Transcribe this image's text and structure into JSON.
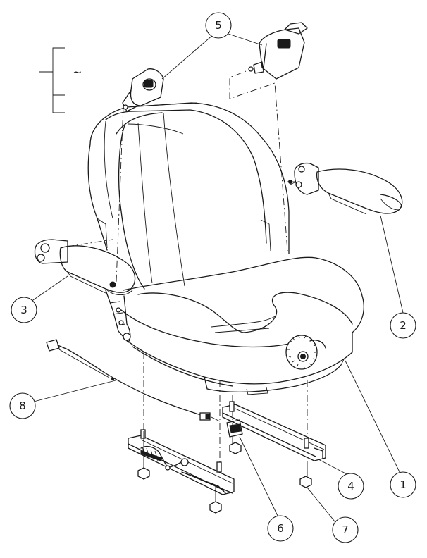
{
  "diagram": {
    "legend_symbol": "~",
    "callouts": [
      {
        "id": "callout-1",
        "label": "1"
      },
      {
        "id": "callout-2",
        "label": "2"
      },
      {
        "id": "callout-3",
        "label": "3"
      },
      {
        "id": "callout-4",
        "label": "4"
      },
      {
        "id": "callout-5",
        "label": "5"
      },
      {
        "id": "callout-6",
        "label": "6"
      },
      {
        "id": "callout-7",
        "label": "7"
      },
      {
        "id": "callout-8",
        "label": "8"
      }
    ]
  }
}
